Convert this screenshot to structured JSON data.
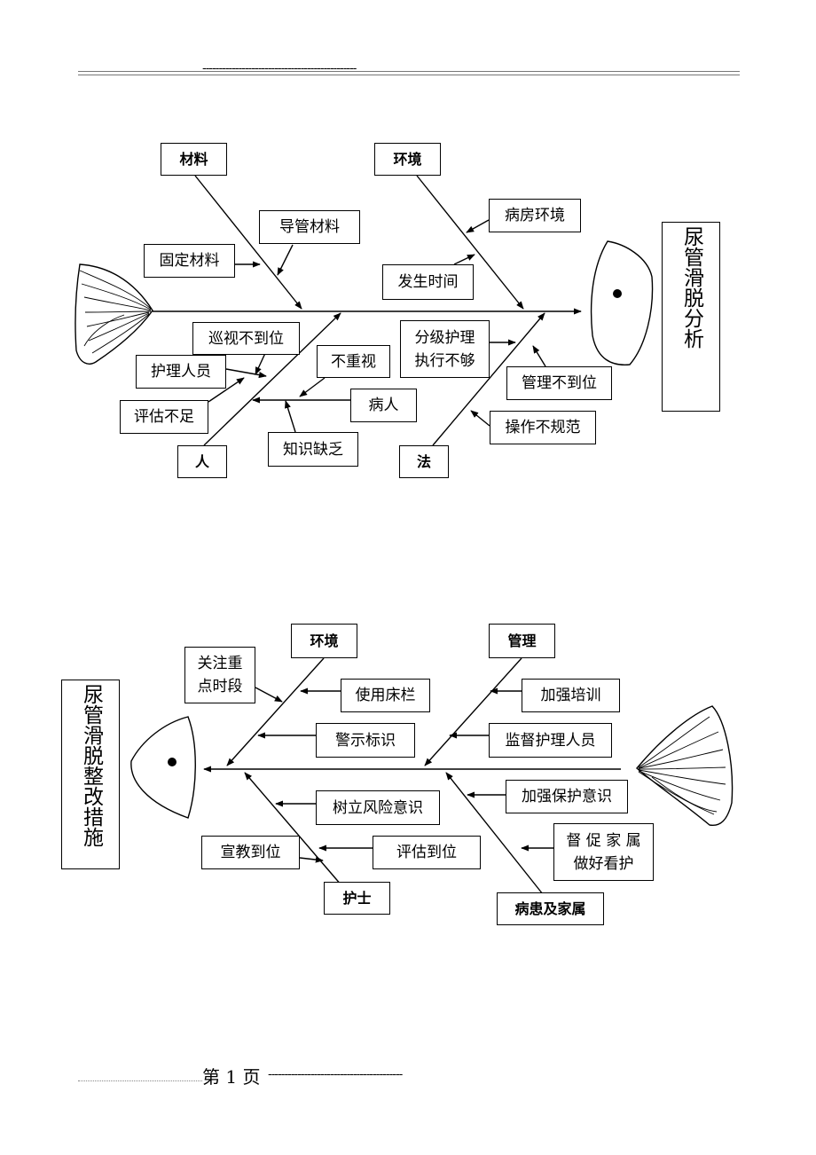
{
  "header": {
    "dashes": "-----------------------------------------------"
  },
  "footer": {
    "page_text": "第 1 页",
    "dashes": "-----------------------------------------"
  },
  "diagram1": {
    "title": "尿管滑脱分析",
    "categories": {
      "material": "材料",
      "environment": "环境",
      "people": "人",
      "method": "法"
    },
    "causes": {
      "catheter_material": "导管材料",
      "fixing_material": "固定材料",
      "ward_environment": "病房环境",
      "occurrence_time": "发生时间",
      "patrol_lacking": "巡视不到位",
      "nursing_staff": "护理人员",
      "assessment_lacking": "评估不足",
      "not_valued": "不重视",
      "patient": "病人",
      "knowledge_lacking": "知识缺乏",
      "grading_care": "分级护理\n执行不够",
      "management_lacking": "管理不到位",
      "operation_nonstandard": "操作不规范"
    }
  },
  "diagram2": {
    "title": "尿管滑脱整改措施",
    "categories": {
      "environment": "环境",
      "management": "管理",
      "nurse": "护士",
      "patient_family": "病患及家属"
    },
    "measures": {
      "focus_time": "关注重\n点时段",
      "bed_rails": "使用床栏",
      "warning_sign": "警示标识",
      "strengthen_training": "加强培训",
      "supervise_staff": "监督护理人员",
      "protection_awareness": "加强保护意识",
      "risk_awareness": "树立风险意识",
      "education": "宣教到位",
      "assessment": "评估到位",
      "urge_family": "督 促 家 属\n做好看护"
    }
  }
}
